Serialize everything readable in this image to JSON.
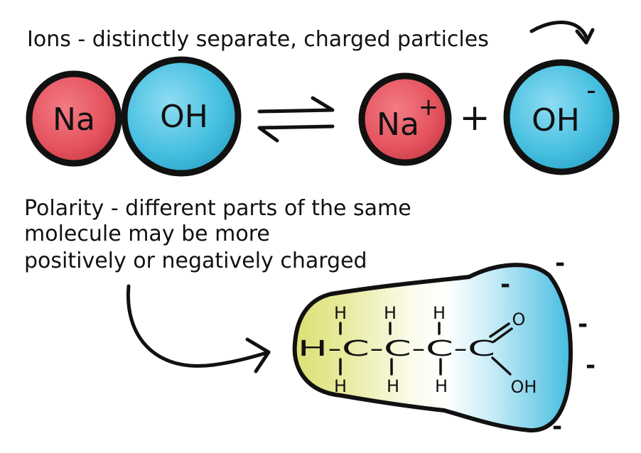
{
  "ions": {
    "heading": "Ions - distinctly separate, charged particles",
    "molecule": {
      "left_label": "Na",
      "right_label": "OH"
    },
    "products": {
      "cation_label": "Na",
      "cation_charge": "+",
      "plus_sign": "+",
      "anion_label": "OH",
      "anion_charge": "-"
    }
  },
  "polarity": {
    "lines": [
      "Polarity - different parts of the same",
      "molecule may be more",
      "positively or negatively charged"
    ]
  },
  "structure": {
    "backbone": "H-C-C-C-C",
    "h_top": [
      "H",
      "H",
      "H"
    ],
    "h_bottom": [
      "H",
      "H",
      "H"
    ],
    "oxygen": "O",
    "hydroxyl": "OH"
  },
  "charge_marks": [
    "-",
    "-",
    "-",
    "-",
    "-"
  ],
  "colors": {
    "sodium_red": "#e5535e",
    "hydroxide_blue": "#45bfe0",
    "positive_yellow": "#dcdf72",
    "negative_blue": "#45bde0"
  }
}
